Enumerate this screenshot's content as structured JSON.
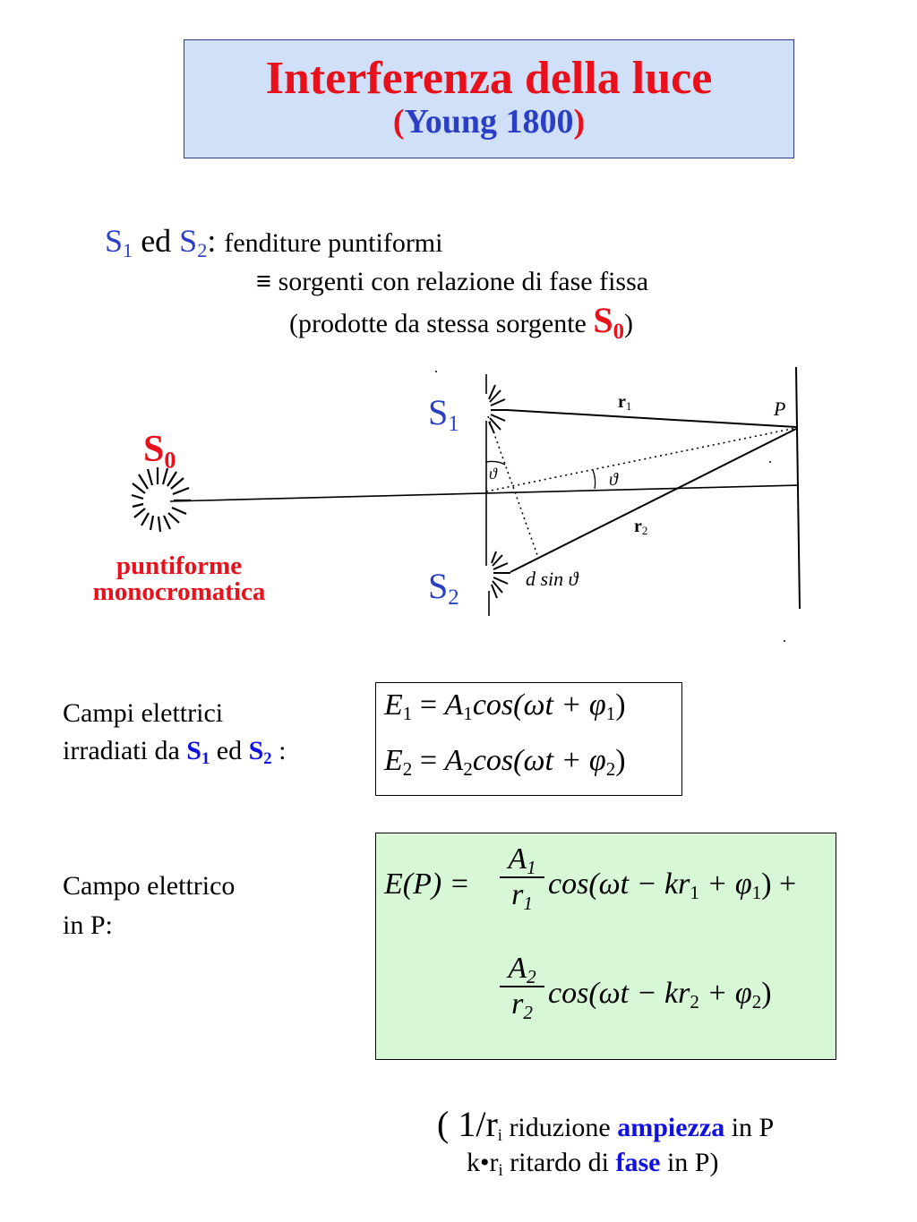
{
  "title": {
    "main": "Interferenza della luce",
    "paren_open": "(",
    "sub": "Young 1800",
    "paren_close": ")"
  },
  "intro": {
    "s1": "S",
    "s1_sub": "1",
    "ed": " ed ",
    "s2": "S",
    "s2_sub": "2",
    "colon": ":",
    "desc": "fenditure puntiformi",
    "equiv": "≡",
    "desc2": " sorgenti con relazione di fase fissa",
    "desc3": "(prodotte da stessa sorgente ",
    "s0": "S",
    "s0_sub": "0",
    "close": ")"
  },
  "diagram": {
    "s0_label": "S",
    "s0_sub": "0",
    "s1_label": "S",
    "s1_sub": "1",
    "s2_label": "S",
    "s2_sub": "2",
    "source_desc_1": "puntiforme",
    "source_desc_2": "monocromatica",
    "r1": "r",
    "r1_sub": "1",
    "r2": "r",
    "r2_sub": "2",
    "P": "P",
    "theta": "ϑ",
    "dsin": "d sin ϑ"
  },
  "fields": {
    "label_1": "Campi elettrici",
    "label_2": "irradiati da ",
    "s1": "S",
    "s1_sub": "1",
    "ed": " ed ",
    "s2": "S",
    "s2_sub": "2",
    "colon": " :",
    "eq1_lhs": "E",
    "eq1_lhs_sub": "1",
    "eq1_rhs_a": "A",
    "eq1_rhs_a_sub": "1",
    "eq1_rhs": "cos(ωt + φ",
    "eq1_phi_sub": "1",
    "eq2_lhs": "E",
    "eq2_lhs_sub": "2",
    "eq2_rhs_a": "A",
    "eq2_rhs_a_sub": "2",
    "eq2_rhs": "cos(ωt + φ",
    "eq2_phi_sub": "2",
    "equals": " = ",
    "close": ")"
  },
  "field_p": {
    "label_1": "Campo elettrico",
    "label_2": "in P:",
    "lhs": "E(P) =",
    "num1": "A",
    "num1_sub": "1",
    "den1": "r",
    "den1_sub": "1",
    "term1": "cos(ωt − kr",
    "term1_sub": "1",
    "term1_b": " + φ",
    "term1_phi_sub": "1",
    "term1_end": ") +",
    "num2": "A",
    "num2_sub": "2",
    "den2": "r",
    "den2_sub": "2",
    "term2": "cos(ωt − kr",
    "term2_sub": "2",
    "term2_b": " + φ",
    "term2_phi_sub": "2",
    "term2_end": ")"
  },
  "notes": {
    "open": "( ",
    "inv_r": "1/r",
    "inv_r_sub": "i",
    "text1": "  riduzione ",
    "ampiezza": "ampiezza",
    "text1_end": "  in P",
    "kr": "k•r",
    "kr_sub": "i",
    "text2": "  ritardo di ",
    "fase": "fase",
    "text2_end": " in P)"
  }
}
